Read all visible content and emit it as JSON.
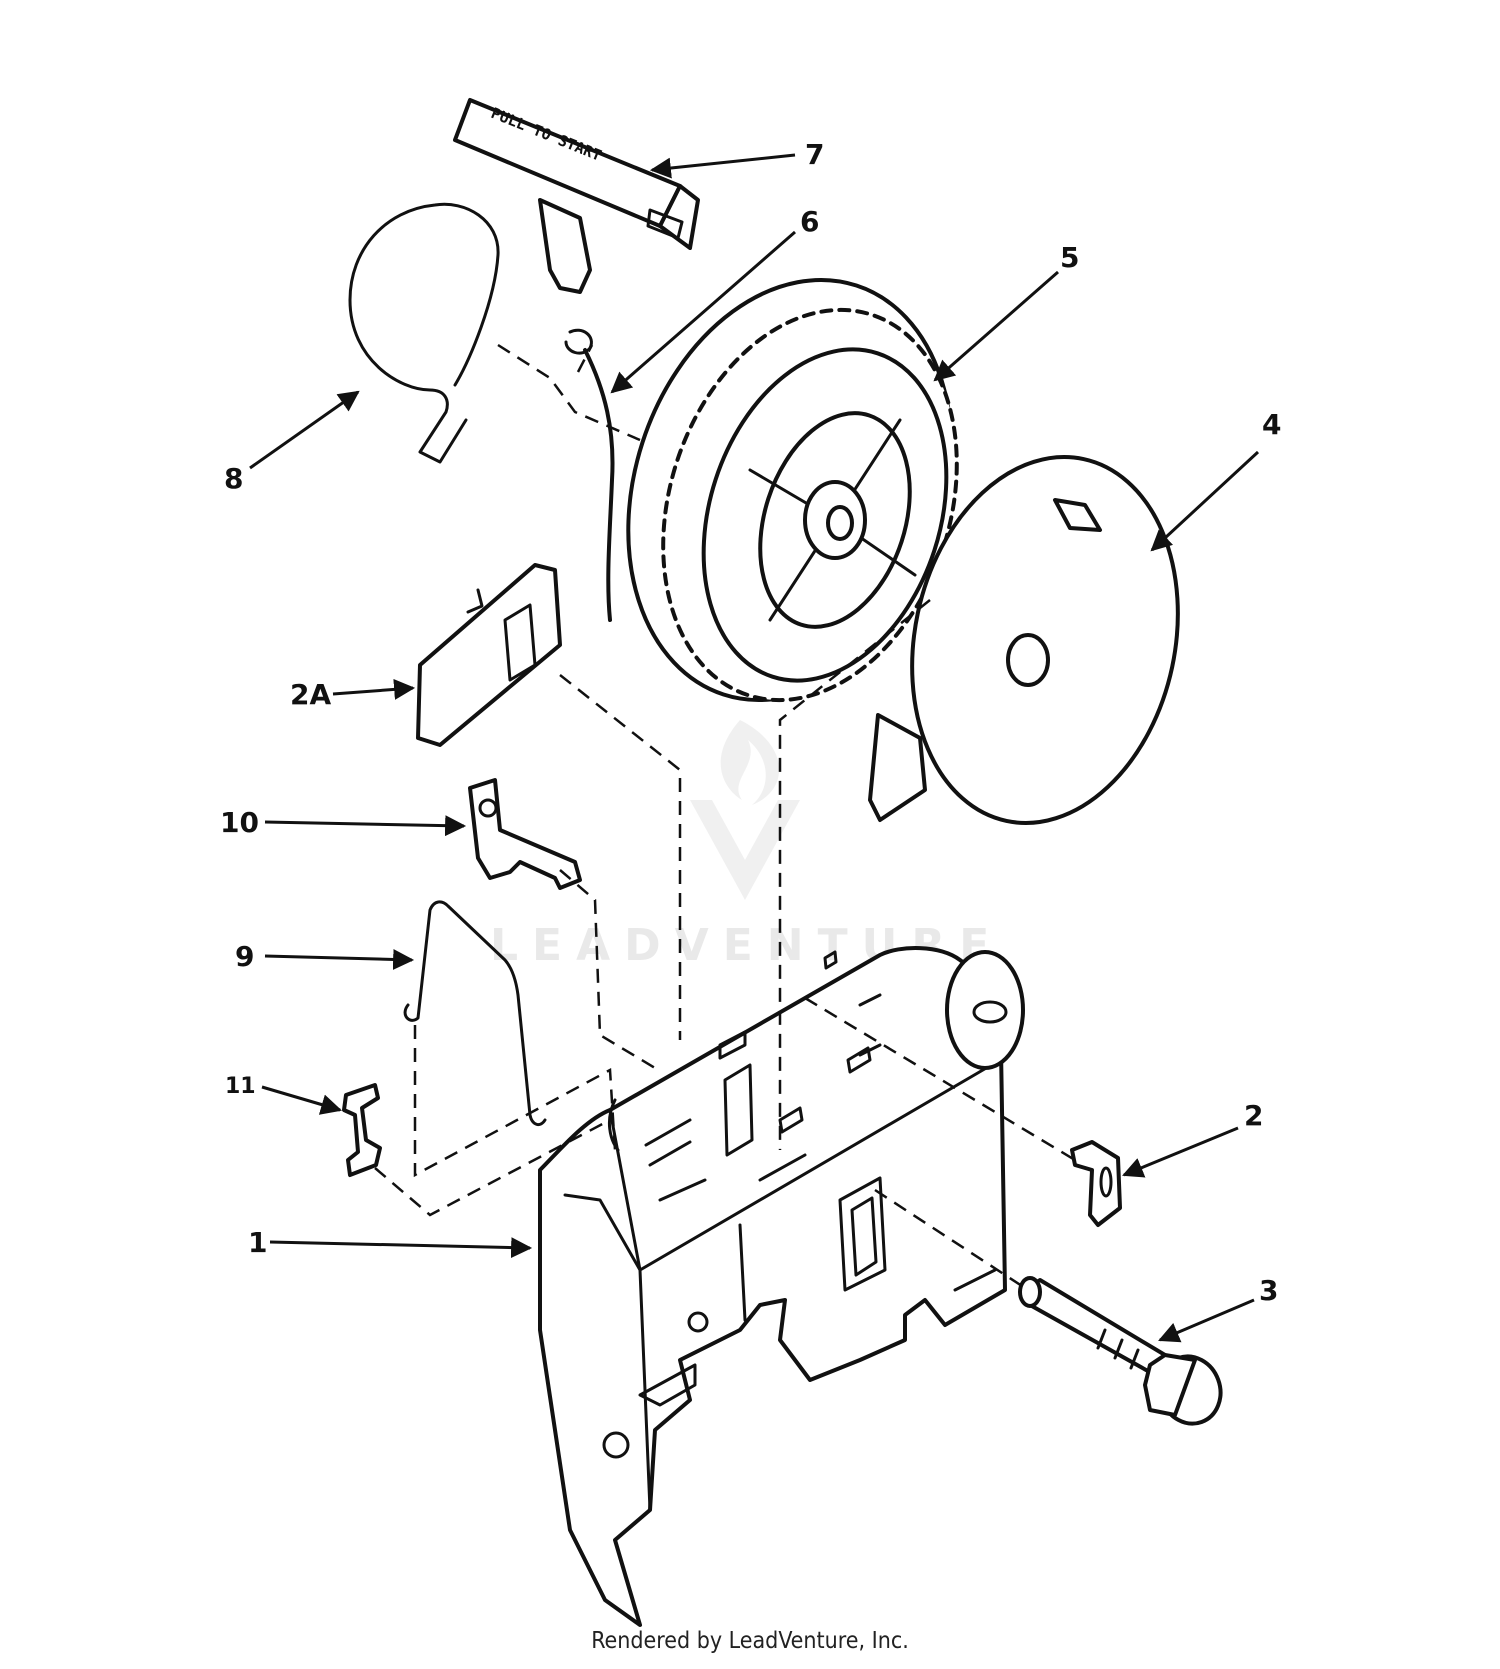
{
  "parts": [
    {
      "callout": "1"
    },
    {
      "callout": "2"
    },
    {
      "callout": "2A"
    },
    {
      "callout": "3"
    },
    {
      "callout": "4"
    },
    {
      "callout": "5"
    },
    {
      "callout": "6"
    },
    {
      "callout": "7"
    },
    {
      "callout": "8"
    },
    {
      "callout": "9"
    },
    {
      "callout": "10"
    },
    {
      "callout": "11"
    }
  ],
  "handle_text": "PULL TO START",
  "watermark": "LEADVENTURE",
  "footer": "Rendered by LeadVenture, Inc.",
  "colors": {
    "ink": "#111111",
    "background": "#ffffff",
    "watermark": "#e9e9e9"
  }
}
